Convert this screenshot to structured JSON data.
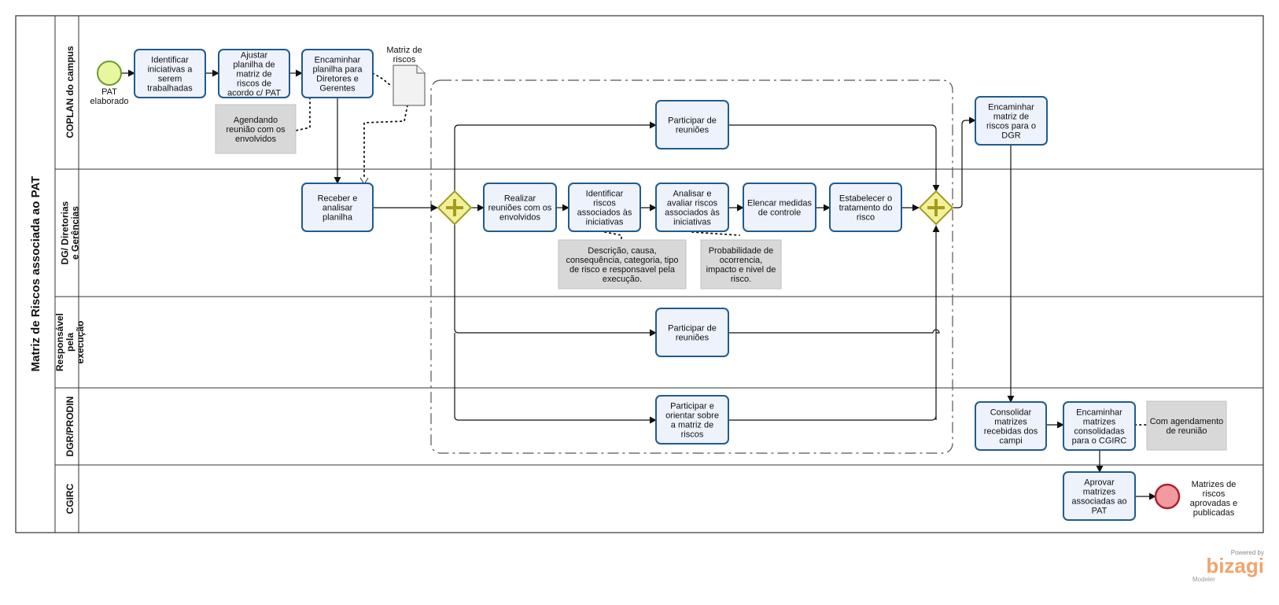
{
  "pool_title": "Matriz de Riscos associada ao PAT",
  "lanes": [
    {
      "name": "COPLAN do campus"
    },
    {
      "name": "DG/ Diretorias e Gerências"
    },
    {
      "name": "Responsável pela execução"
    },
    {
      "name": "DGR/PRODIN"
    },
    {
      "name": "CGIRC"
    }
  ],
  "start_event": {
    "label": "PAT elaborado"
  },
  "end_event": {
    "label": "Matrizes de riscos aprovadas e publicadas"
  },
  "tasks": [
    {
      "id": "t1",
      "label": "Identificar iniciativas a serem trabalhadas"
    },
    {
      "id": "t2",
      "label": "Ajustar planilha de matriz de riscos de acordo c/ PAT"
    },
    {
      "id": "t3",
      "label": "Encaminhar planilha para Diretores e Gerentes"
    },
    {
      "id": "t4",
      "label": "Receber e analisar planilha"
    },
    {
      "id": "t5",
      "label": "Participar de reuniões"
    },
    {
      "id": "t6",
      "label": "Realizar reuniões com os envolvidos"
    },
    {
      "id": "t7",
      "label": "Identificar riscos associados às iniciativas"
    },
    {
      "id": "t8",
      "label": "Analisar e avaliar riscos associados às iniciativas"
    },
    {
      "id": "t9",
      "label": "Elencar medidas de controle"
    },
    {
      "id": "t10",
      "label": "Estabelecer o tratamento do risco"
    },
    {
      "id": "t11",
      "label": "Participar de reuniões"
    },
    {
      "id": "t12",
      "label": "Participar e orientar sobre a matriz de riscos"
    },
    {
      "id": "t13",
      "label": "Encaminhar matriz de riscos para o DGR"
    },
    {
      "id": "t14",
      "label": "Consolidar matrizes recebidas dos campi"
    },
    {
      "id": "t15",
      "label": "Encaminhar matrizes consolidadas para o CGIRC"
    },
    {
      "id": "t16",
      "label": "Aprovar matrizes associadas ao PAT"
    }
  ],
  "annotations": [
    {
      "id": "n1",
      "label": "Agendando reunião com os envolvidos"
    },
    {
      "id": "n2",
      "label": "Descrição, causa, consequência, categoria, tipo de risco e responsavel pela execução."
    },
    {
      "id": "n3",
      "label": "Probabilidade de ocorrencia, impacto e nivel de risco."
    },
    {
      "id": "n4",
      "label": "Com agendamento de reunião"
    }
  ],
  "data_object": {
    "label": "Matriz de riscos"
  },
  "branding": {
    "powered_by": "Powered by",
    "brand": "bizagi",
    "product": "Modeler",
    "brand_color": "#f2a36b"
  },
  "colors": {
    "task_fill": "#eef2fc",
    "task_stroke": "#1f5c8f",
    "start_fill": "#e6f7a0",
    "start_stroke": "#6c9a2d",
    "end_fill": "#f19aa0",
    "end_stroke": "#b0202c",
    "gateway_fill": "#f3f09a",
    "gateway_stroke": "#a29d1e",
    "annotation_fill": "#d8d8d8"
  }
}
